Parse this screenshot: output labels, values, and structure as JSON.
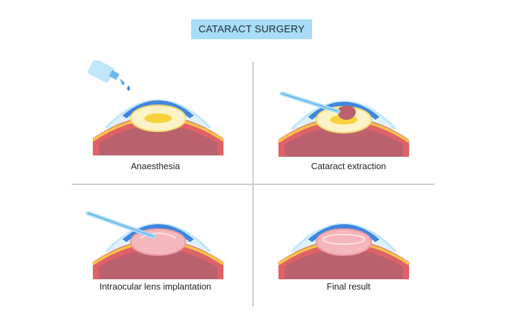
{
  "title": "CATARACT SURGERY",
  "steps": [
    {
      "label": "Anaesthesia",
      "tool": "eye-drop-bottle"
    },
    {
      "label": "Cataract extraction",
      "tool": "probe"
    },
    {
      "label": "Intraocular lens implantation",
      "tool": "injector"
    },
    {
      "label": "Final result",
      "tool": "none"
    }
  ],
  "colors": {
    "title_bg": "#a9dcf6",
    "iris": "#3f86e0",
    "sclera_red": "#e06168",
    "muscle": "#b9626d",
    "lens_yellow": "#f7d33b",
    "implant_pink": "#f4b7bb",
    "cornea": "#dff2fb",
    "divider": "#c9ccd1"
  }
}
